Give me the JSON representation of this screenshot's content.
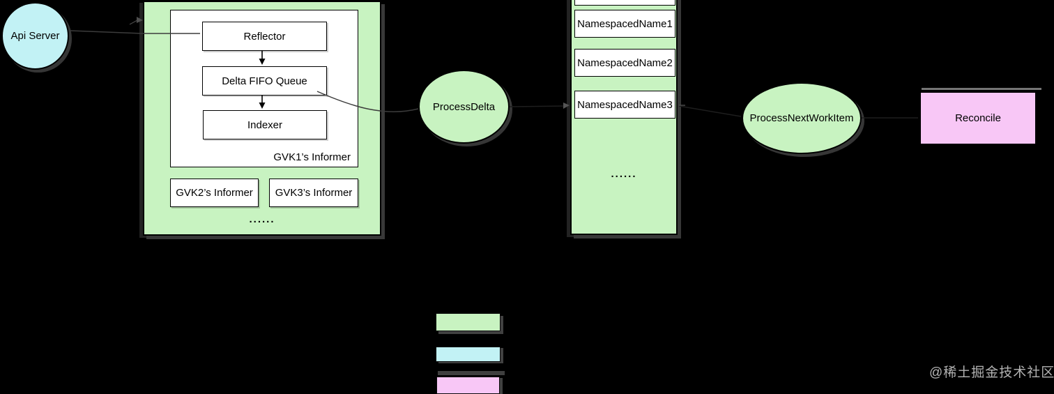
{
  "colors": {
    "green": "#c8f3c1",
    "cyan": "#c2f2f5",
    "pink": "#f8c7f6",
    "background": "#000000",
    "connector": "#3c3c3c",
    "watermark_gray": "#b3b3b3"
  },
  "api_server": {
    "label": "Api Server"
  },
  "informer": {
    "reflector_label": "Reflector",
    "delta_fifo_label": "Delta FIFO Queue",
    "indexer_label": "Indexer",
    "gvk1_label": "GVK1’s Informer",
    "gvk2_label": "GVK2’s Informer",
    "gvk3_label": "GVK3’s Informer",
    "more_label": "......"
  },
  "process_delta": {
    "label": "ProcessDelta"
  },
  "workqueue": {
    "items": [
      "NamespacedName1",
      "NamespacedName2",
      "NamespacedName3"
    ],
    "more_label": "......"
  },
  "process_next_work_item": {
    "label": "ProcessNextWorkItem"
  },
  "reconcile": {
    "label": "Reconcile"
  },
  "legend": {
    "swatches": [
      {
        "name": "green",
        "color": "#c8f3c1"
      },
      {
        "name": "cyan",
        "color": "#c2f2f5"
      },
      {
        "name": "pink",
        "color": "#f8c7f6"
      }
    ]
  },
  "watermark": {
    "label": "@稀土掘金技术社区"
  }
}
